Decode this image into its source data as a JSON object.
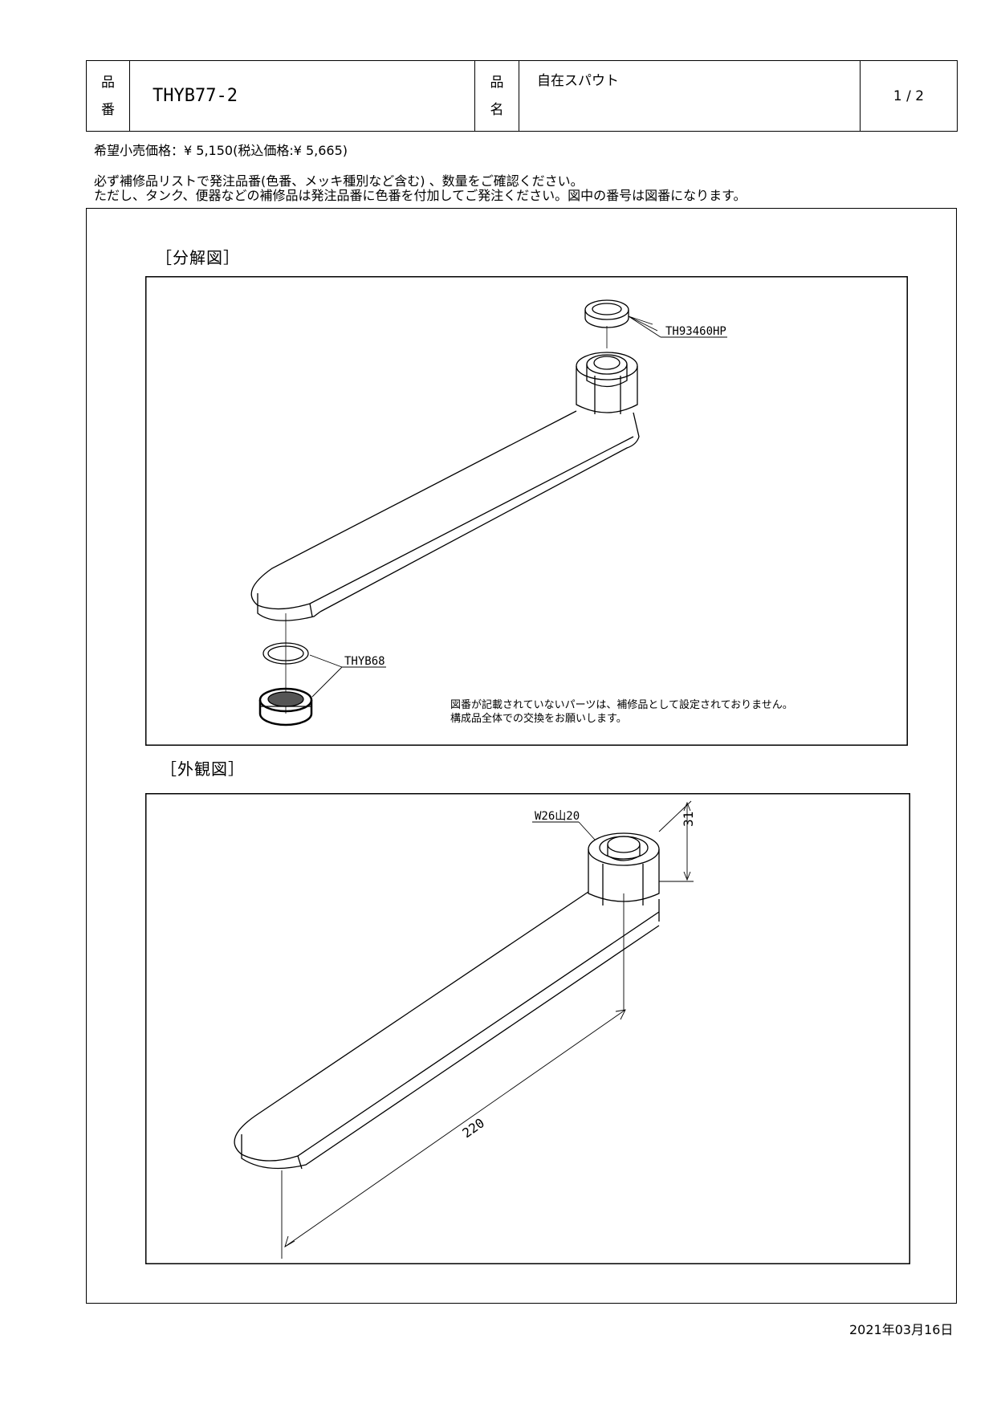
{
  "header": {
    "part_no_label_1": "品",
    "part_no_label_2": "番",
    "part_no": "THYB77-2",
    "part_name_label_1": "品",
    "part_name_label_2": "名",
    "part_name": "自在スパウト",
    "page": "1 / 2"
  },
  "price": "希望小売価格：¥ 5,150(税込価格:¥ 5,665)",
  "notes": [
    "必ず補修品リストで発注品番(色番、メッキ種別など含む) 、数量をご確認ください。",
    "ただし、タンク、便器などの補修品は発注品番に色番を付加してご発注ください。図中の番号は図番になります。"
  ],
  "exploded": {
    "title": "［分解図］",
    "labels": {
      "upper_part": "TH93460HP",
      "lower_part": "THYB68"
    },
    "note_1": "図番が記載されていないパーツは、補修品として設定されておりません。",
    "note_2": "構成品全体での交換をお願いします。"
  },
  "external": {
    "title": "［外観図］",
    "thread_label": "W26山20",
    "dim_height": "31",
    "dim_length": "220"
  },
  "date": "2021年03月16日"
}
